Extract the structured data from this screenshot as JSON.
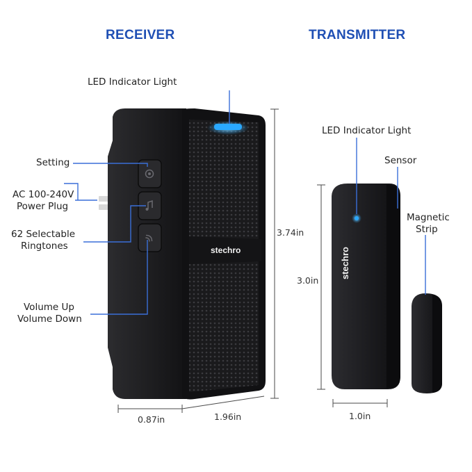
{
  "headings": {
    "receiver": "RECEIVER",
    "transmitter": "TRANSMITTER"
  },
  "receiver": {
    "led_label": "LED Indicator Light",
    "setting_label": "Setting",
    "power_label_line1": "AC 100-240V",
    "power_label_line2": "Power Plug",
    "ringtones_line1": "62 Selectable",
    "ringtones_line2": "Ringtones",
    "volume_line1": "Volume Up",
    "volume_line2": "Volume Down",
    "brand": "stechro",
    "height": "3.74in",
    "depth": "0.87in",
    "width": "1.96in"
  },
  "transmitter": {
    "led_label": "LED Indicator Light",
    "sensor_label": "Sensor",
    "magnetic_line1": "Magnetic",
    "magnetic_line2": "Strip",
    "brand": "stechro",
    "height": "3.0in",
    "width": "1.0in"
  },
  "colors": {
    "heading": "#1f4fb4",
    "leader": "#3a6fd8",
    "led": "#2aa8ff",
    "device": "#1c1c1e"
  }
}
